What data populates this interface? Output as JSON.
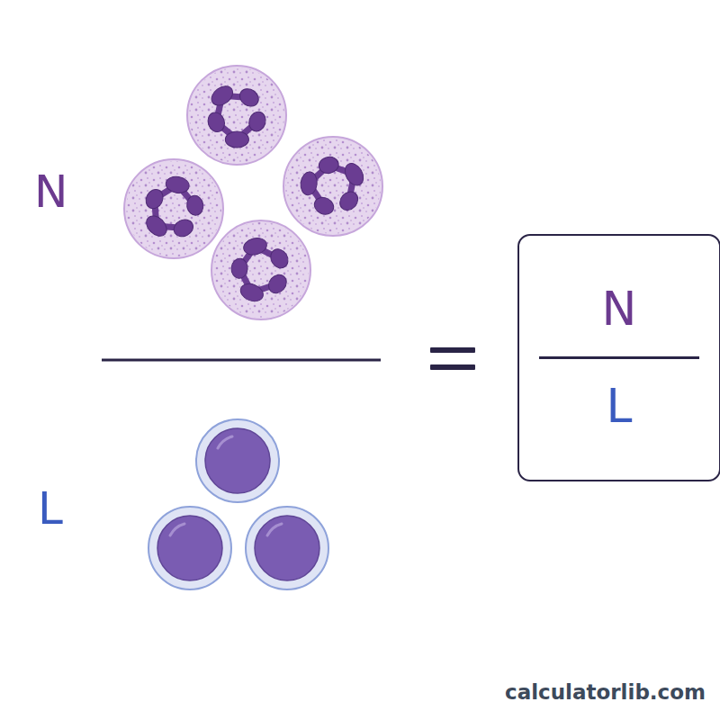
{
  "diagram": {
    "nodes": [
      {
        "text": [
          "N",
          "L"
        ]
      }
    ],
    "labels": [
      "N",
      "L",
      "calculatorlib.com"
    ]
  }
}
